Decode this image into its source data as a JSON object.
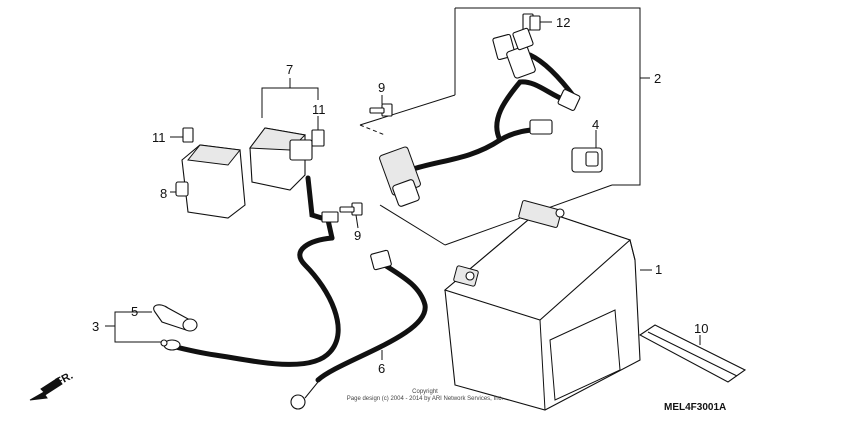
{
  "diagram": {
    "callouts": {
      "c1": "1",
      "c2": "2",
      "c3": "3",
      "c4": "4",
      "c5": "5",
      "c6": "6",
      "c7": "7",
      "c8": "8",
      "c9a": "9",
      "c9b": "9",
      "c10": "10",
      "c11a": "11",
      "c11b": "11",
      "c12": "12"
    },
    "direction_label": "FR.",
    "drawing_code": "MEL4F3001A",
    "copyright_line1": "Copyright",
    "copyright_line2": "Page design (c) 2004 - 2014 by ARI Network Services, Inc."
  }
}
